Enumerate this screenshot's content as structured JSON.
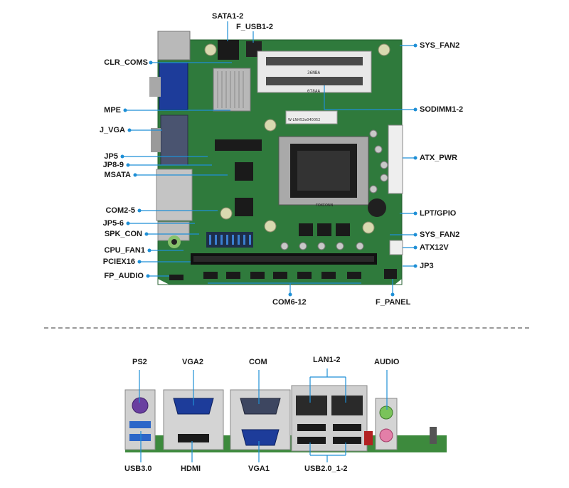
{
  "top_labels": {
    "sata": "SATA1-2",
    "fusb": "F_USB1-2",
    "clr_coms": "CLR_COMS",
    "mpe": "MPE",
    "j_vga": "J_VGA",
    "jp5": "JP5",
    "jp8_9": "JP8-9",
    "msata": "MSATA",
    "com2_5": "COM2-5",
    "jp5_6": "JP5-6",
    "spk_con": "SPK_CON",
    "cpu_fan1": "CPU_FAN1",
    "pciex16": "PCIEX16",
    "fp_audio": "FP_AUDIO",
    "sys_fan2_top": "SYS_FAN2",
    "sodimm": "SODIMM1-2",
    "atx_pwr": "ATX_PWR",
    "lpt_gpio": "LPT/GPIO",
    "sys_fan2_bottom": "SYS_FAN2",
    "atx12v": "ATX12V",
    "jp3": "JP3",
    "com6_12": "COM6-12",
    "f_panel": "F_PANEL"
  },
  "bottom_labels": {
    "ps2": "PS2",
    "vga2": "VGA2",
    "com": "COM",
    "lan": "LAN1-2",
    "audio": "AUDIO",
    "usb3": "USB3.0",
    "hdmi": "HDMI",
    "vga1": "VGA1",
    "usb2": "USB2.0_1-2"
  },
  "board_marks": {
    "dimm_a": "36NBA",
    "dimm_b": "078AA",
    "sticker": "W-LNH52e040052",
    "socket": "FOXCONN"
  },
  "colors": {
    "pcb": "#2f7a3c",
    "accent": "#1e8fd6"
  }
}
